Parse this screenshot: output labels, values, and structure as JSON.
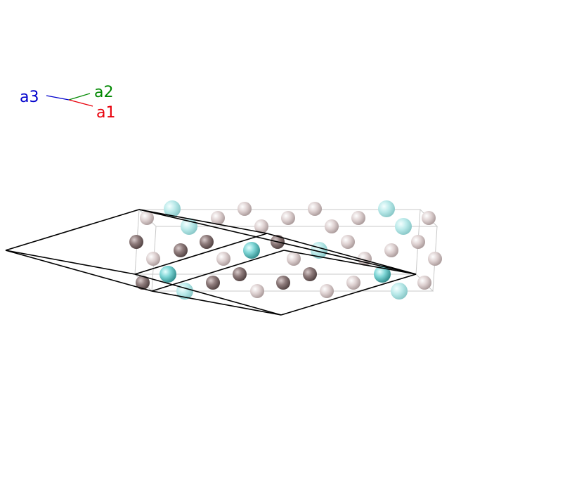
{
  "axes": {
    "a1": {
      "label": "a1",
      "color": "#e8000b"
    },
    "a2": {
      "label": "a2",
      "color": "#008800"
    },
    "a3": {
      "label": "a3",
      "color": "#0000cc"
    }
  },
  "colors": {
    "cell_edge": "#000000",
    "supercell_edge": "#c8c8c8",
    "atom_teal": "#6fd0d0",
    "atom_dark": "#8c7a7a",
    "atom_light": "#d8c8c8"
  },
  "atom_species": [
    "teal",
    "dark",
    "light"
  ]
}
